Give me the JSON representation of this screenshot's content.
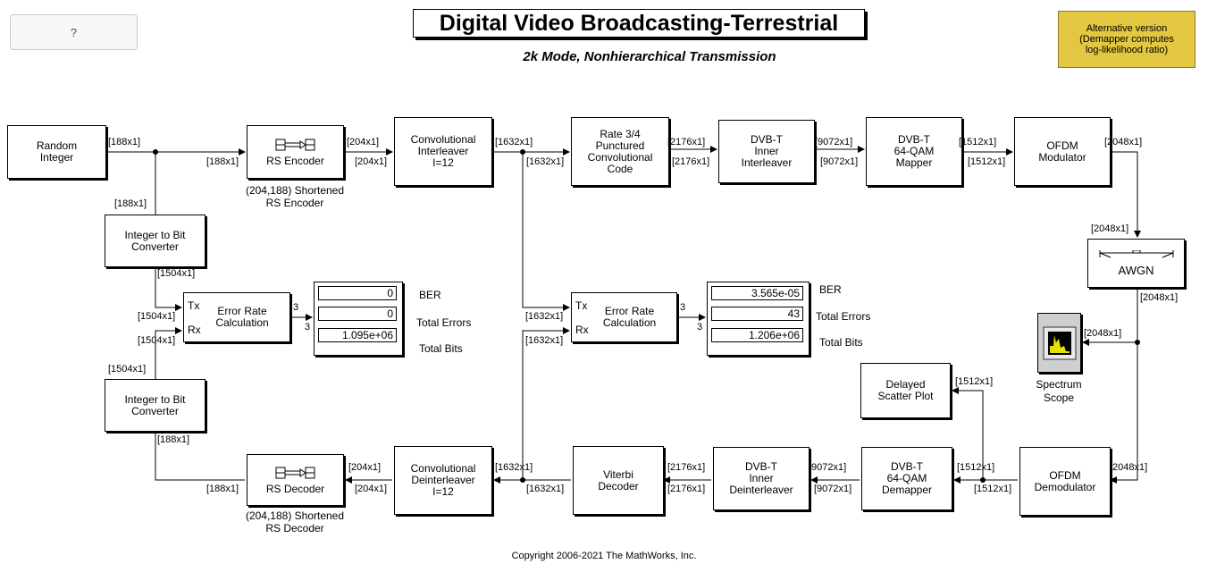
{
  "help_button": {
    "label": "?"
  },
  "title": "Digital Video Broadcasting-Terrestrial",
  "subtitle": "2k Mode, Nonhierarchical Transmission",
  "alternative_version": [
    "Alternative version",
    "(Demapper computes",
    "log-likelihood ratio)"
  ],
  "blocks": {
    "random_integer": [
      "Random",
      "Integer"
    ],
    "rs_encoder": "RS Encoder",
    "rs_encoder_caption": [
      "(204,188) Shortened",
      "RS Encoder"
    ],
    "conv_interleaver": [
      "Convolutional",
      "Interleaver",
      "I=12"
    ],
    "punctured_code": [
      "Rate 3/4",
      "Punctured",
      "Convolutional",
      "Code"
    ],
    "inner_interleaver": [
      "DVB-T",
      "Inner",
      "Interleaver"
    ],
    "qam_mapper": [
      "DVB-T",
      "64-QAM",
      "Mapper"
    ],
    "ofdm_modulator": [
      "OFDM",
      "Modulator"
    ],
    "awgn": "AWGN",
    "spectrum_scope_caption": [
      "Spectrum",
      "Scope"
    ],
    "int_to_bit_top": [
      "Integer to Bit",
      "Converter"
    ],
    "int_to_bit_bottom": [
      "Integer to Bit",
      "Converter"
    ],
    "error_rate_left": [
      "Error Rate",
      "Calculation"
    ],
    "error_rate_right": [
      "Error Rate",
      "Calculation"
    ],
    "delayed_scatter": [
      "Delayed",
      "Scatter Plot"
    ],
    "ofdm_demodulator": [
      "OFDM",
      "Demodulator"
    ],
    "qam_demapper": [
      "DVB-T",
      "64-QAM",
      "Demapper"
    ],
    "inner_deinterleaver": [
      "DVB-T",
      "Inner",
      "Deinterleaver"
    ],
    "viterbi": [
      "Viterbi",
      "Decoder"
    ],
    "conv_deinterleaver": [
      "Convolutional",
      "Deinterleaver",
      "I=12"
    ],
    "rs_decoder": "RS Decoder",
    "rs_decoder_caption": [
      "(204,188) Shortened",
      "RS Decoder"
    ]
  },
  "ports": {
    "tx": "Tx",
    "rx": "Rx"
  },
  "display_left": {
    "values": [
      "0",
      "0",
      "1.095e+06"
    ],
    "labels": [
      "BER",
      "Total Errors",
      "Total Bits"
    ],
    "dims": [
      "3",
      "3"
    ]
  },
  "display_right": {
    "values": [
      "3.565e-05",
      "43",
      "1.206e+06"
    ],
    "labels": [
      "BER",
      "Total Errors",
      "Total Bits"
    ],
    "dims": [
      "3",
      "3"
    ]
  },
  "signal_labels": {
    "s188": "[188x1]",
    "s204": "[204x1]",
    "s1504": "[1504x1]",
    "s1632": "[1632x1]",
    "s2176": "[2176x1]",
    "s9072": "[9072x1]",
    "s1512": "[1512x1]",
    "s2048": "[2048x1]"
  },
  "copyright": "Copyright 2006-2021 The MathWorks, Inc."
}
